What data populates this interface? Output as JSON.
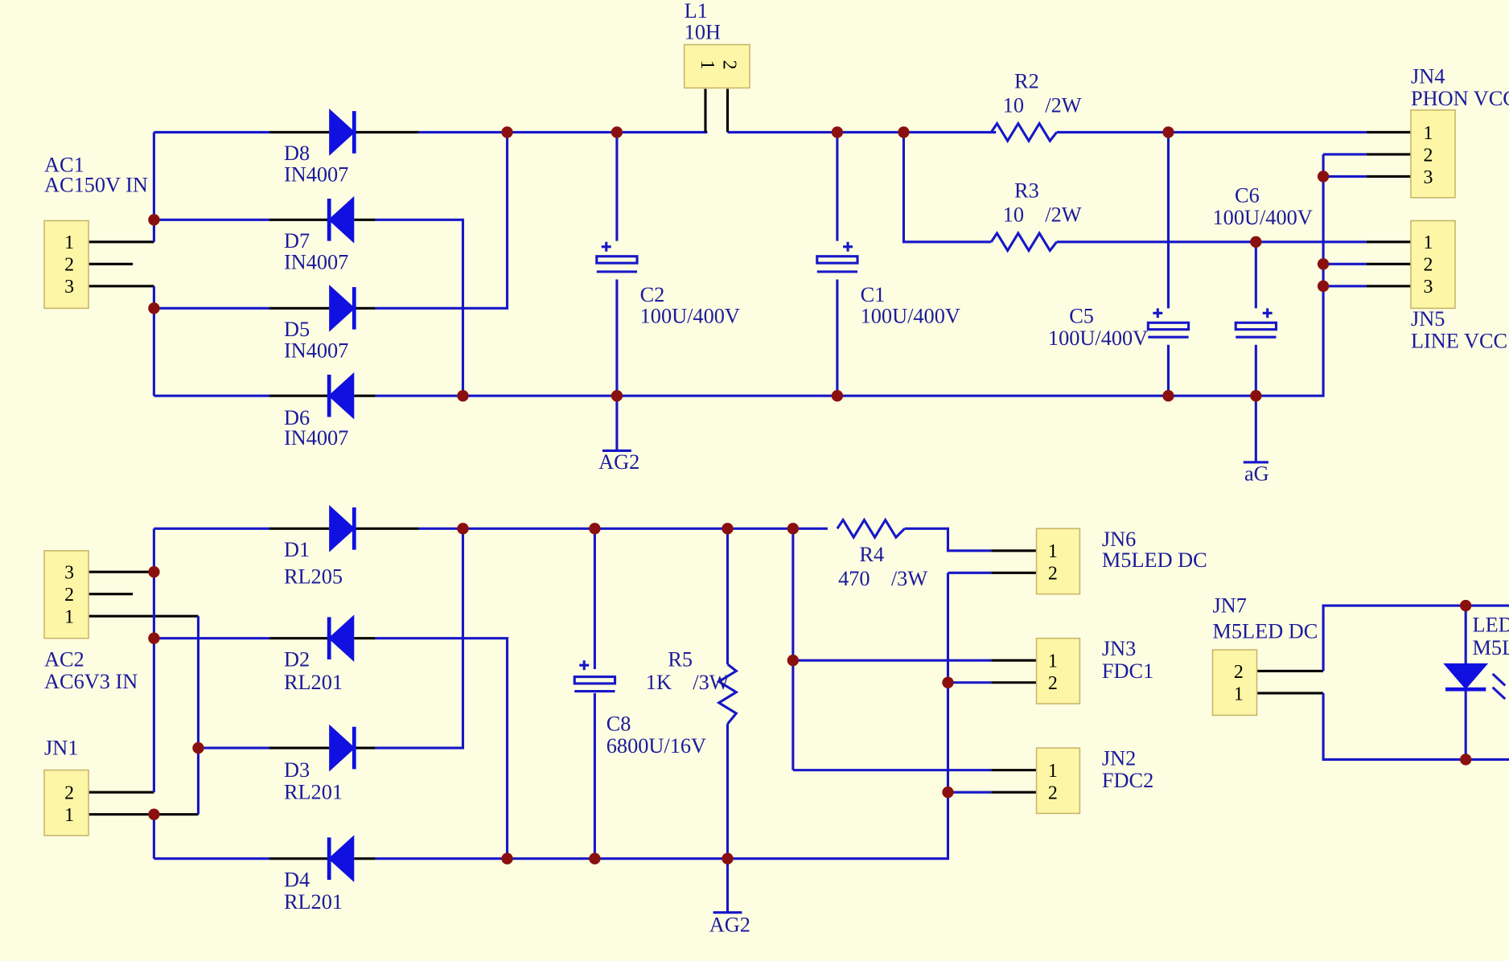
{
  "colors": {
    "background": "#fdfde1",
    "wire": "#1717c9",
    "pin": "#000000",
    "junction": "#8a1010",
    "connector": "#fdf6a6",
    "text": "#1a1a9c"
  },
  "labels": {
    "L1": "L1",
    "L1_val": "10H",
    "R2": "R2",
    "R2_val": "10    /2W",
    "R3": "R3",
    "R3_val": "10    /2W",
    "R4": "R4",
    "R4_val": "470    /3W",
    "R5": "R5",
    "R5_val": "1K    /3W",
    "C1": "C1",
    "C1_val": "100U/400V",
    "C2": "C2",
    "C2_val": "100U/400V",
    "C5": "C5",
    "C5_val": "100U/400V",
    "C6": "C6",
    "C6_val": "100U/400V",
    "C8": "C8",
    "C8_val": "6800U/16V",
    "D8": "D8",
    "D8_val": "IN4007",
    "D7": "D7",
    "D7_val": "IN4007",
    "D5": "D5",
    "D5_val": "IN4007",
    "D6": "D6",
    "D6_val": "IN4007",
    "D1": "D1",
    "D1_val": "RL205",
    "D2": "D2",
    "D2_val": "RL201",
    "D3": "D3",
    "D3_val": "RL201",
    "D4": "D4",
    "D4_val": "RL201",
    "AC1": "AC1",
    "AC1_val": "AC150V IN",
    "AC2": "AC2",
    "AC2_val": "AC6V3 IN",
    "JN1": "JN1",
    "JN2": "JN2",
    "JN2_val": "FDC2",
    "JN3": "JN3",
    "JN3_val": "FDC1",
    "JN4": "JN4",
    "JN4_val": "PHON VCC",
    "JN5": "JN5",
    "JN5_val": "LINE VCC",
    "JN6": "JN6",
    "JN6_val": "M5LED DC",
    "JN7": "JN7",
    "JN7_val": "M5LED DC",
    "LED": "LED",
    "LED_val": "M5L",
    "gnd_top": "AG2",
    "gnd_top_right": "aG",
    "gnd_bottom": "AG2"
  },
  "pins": {
    "p1": "1",
    "p2": "2",
    "p3": "3"
  }
}
